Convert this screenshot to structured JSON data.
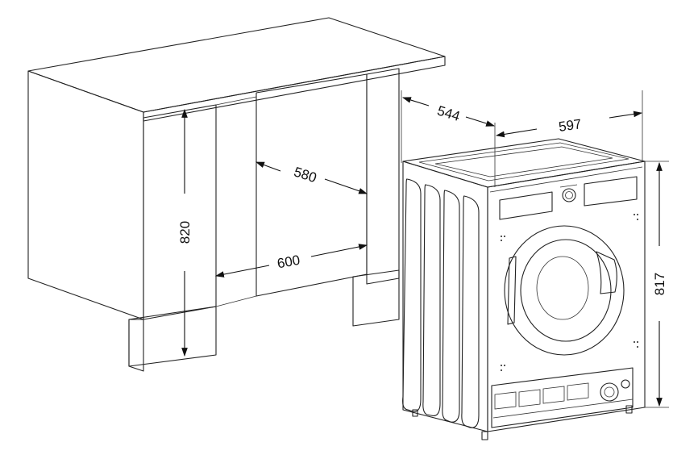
{
  "dimensions": {
    "cabinet_height": "820",
    "cabinet_depth": "580",
    "cabinet_width": "600",
    "machine_depth": "544",
    "machine_width": "597",
    "machine_height": "817"
  },
  "colors": {
    "line": "#222222",
    "fill": "#ffffff",
    "background": "#ffffff"
  }
}
